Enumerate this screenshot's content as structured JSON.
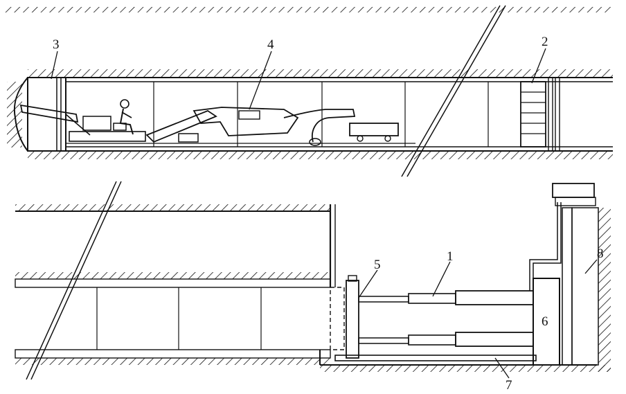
{
  "diagram": {
    "callouts": {
      "c1": "1",
      "c2": "2",
      "c3": "3",
      "c4": "4",
      "c5": "5",
      "c6": "6",
      "c7": "7",
      "c8": "8"
    },
    "colors": {
      "ink": "#111111",
      "background": "#ffffff"
    }
  }
}
